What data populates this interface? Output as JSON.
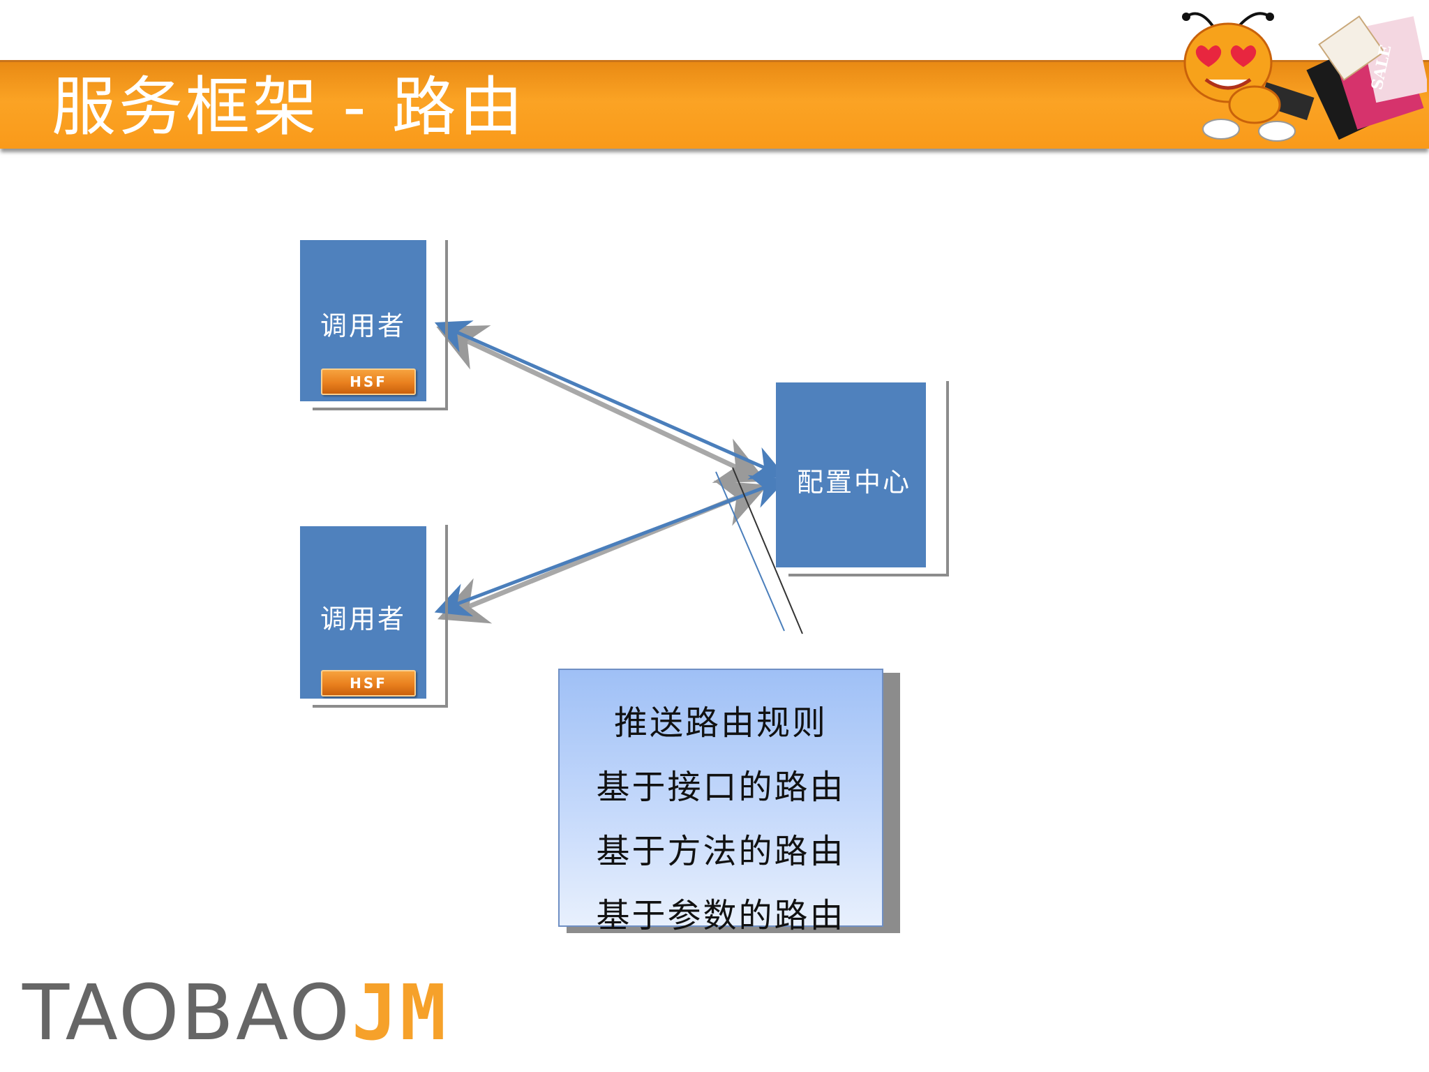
{
  "header": {
    "title": "服务框架 - 路由"
  },
  "nodes": {
    "caller_top": {
      "label": "调用者",
      "badge": "HSF"
    },
    "caller_bottom": {
      "label": "调用者",
      "badge": "HSF"
    },
    "config_center": {
      "label": "配置中心"
    }
  },
  "rules": {
    "items": [
      "推送路由规则",
      "基于接口的路由",
      "基于方法的路由",
      "基于参数的路由"
    ]
  },
  "brand": {
    "main": "TAOBAO",
    "accent": "JM"
  },
  "colors": {
    "header": "#f99a1a",
    "node": "#4f81bd",
    "badge": "#e9801e",
    "arrow": "#4a7ebb",
    "rules_box": "#c5d9fb",
    "brand_main": "#666666",
    "brand_accent": "#f6a12a"
  }
}
